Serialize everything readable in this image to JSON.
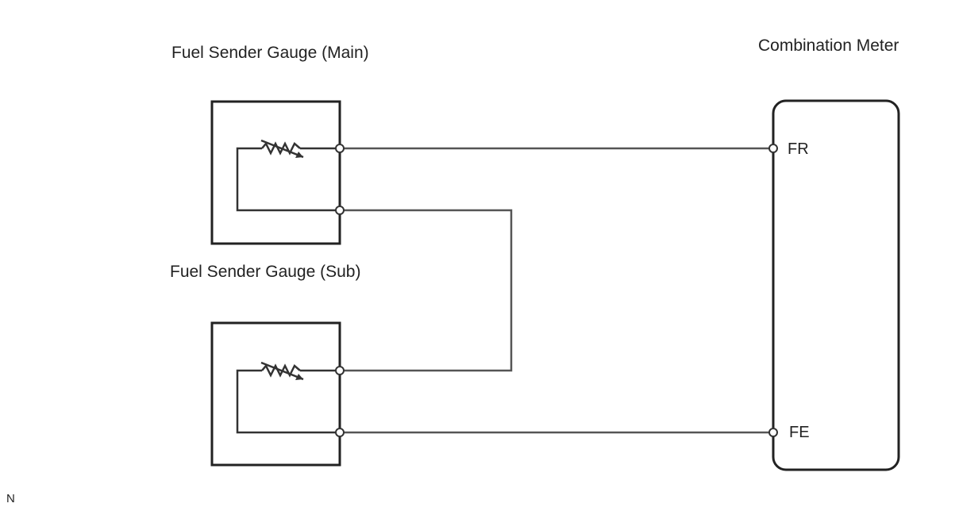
{
  "labels": {
    "main_gauge": "Fuel Sender Gauge (Main)",
    "sub_gauge": "Fuel Sender Gauge (Sub)",
    "meter": "Combination Meter",
    "pin_fr": "FR",
    "pin_fe": "FE",
    "corner_mark": "N"
  },
  "colors": {
    "wire": "#555555",
    "outline": "#222222",
    "background": "#ffffff"
  }
}
